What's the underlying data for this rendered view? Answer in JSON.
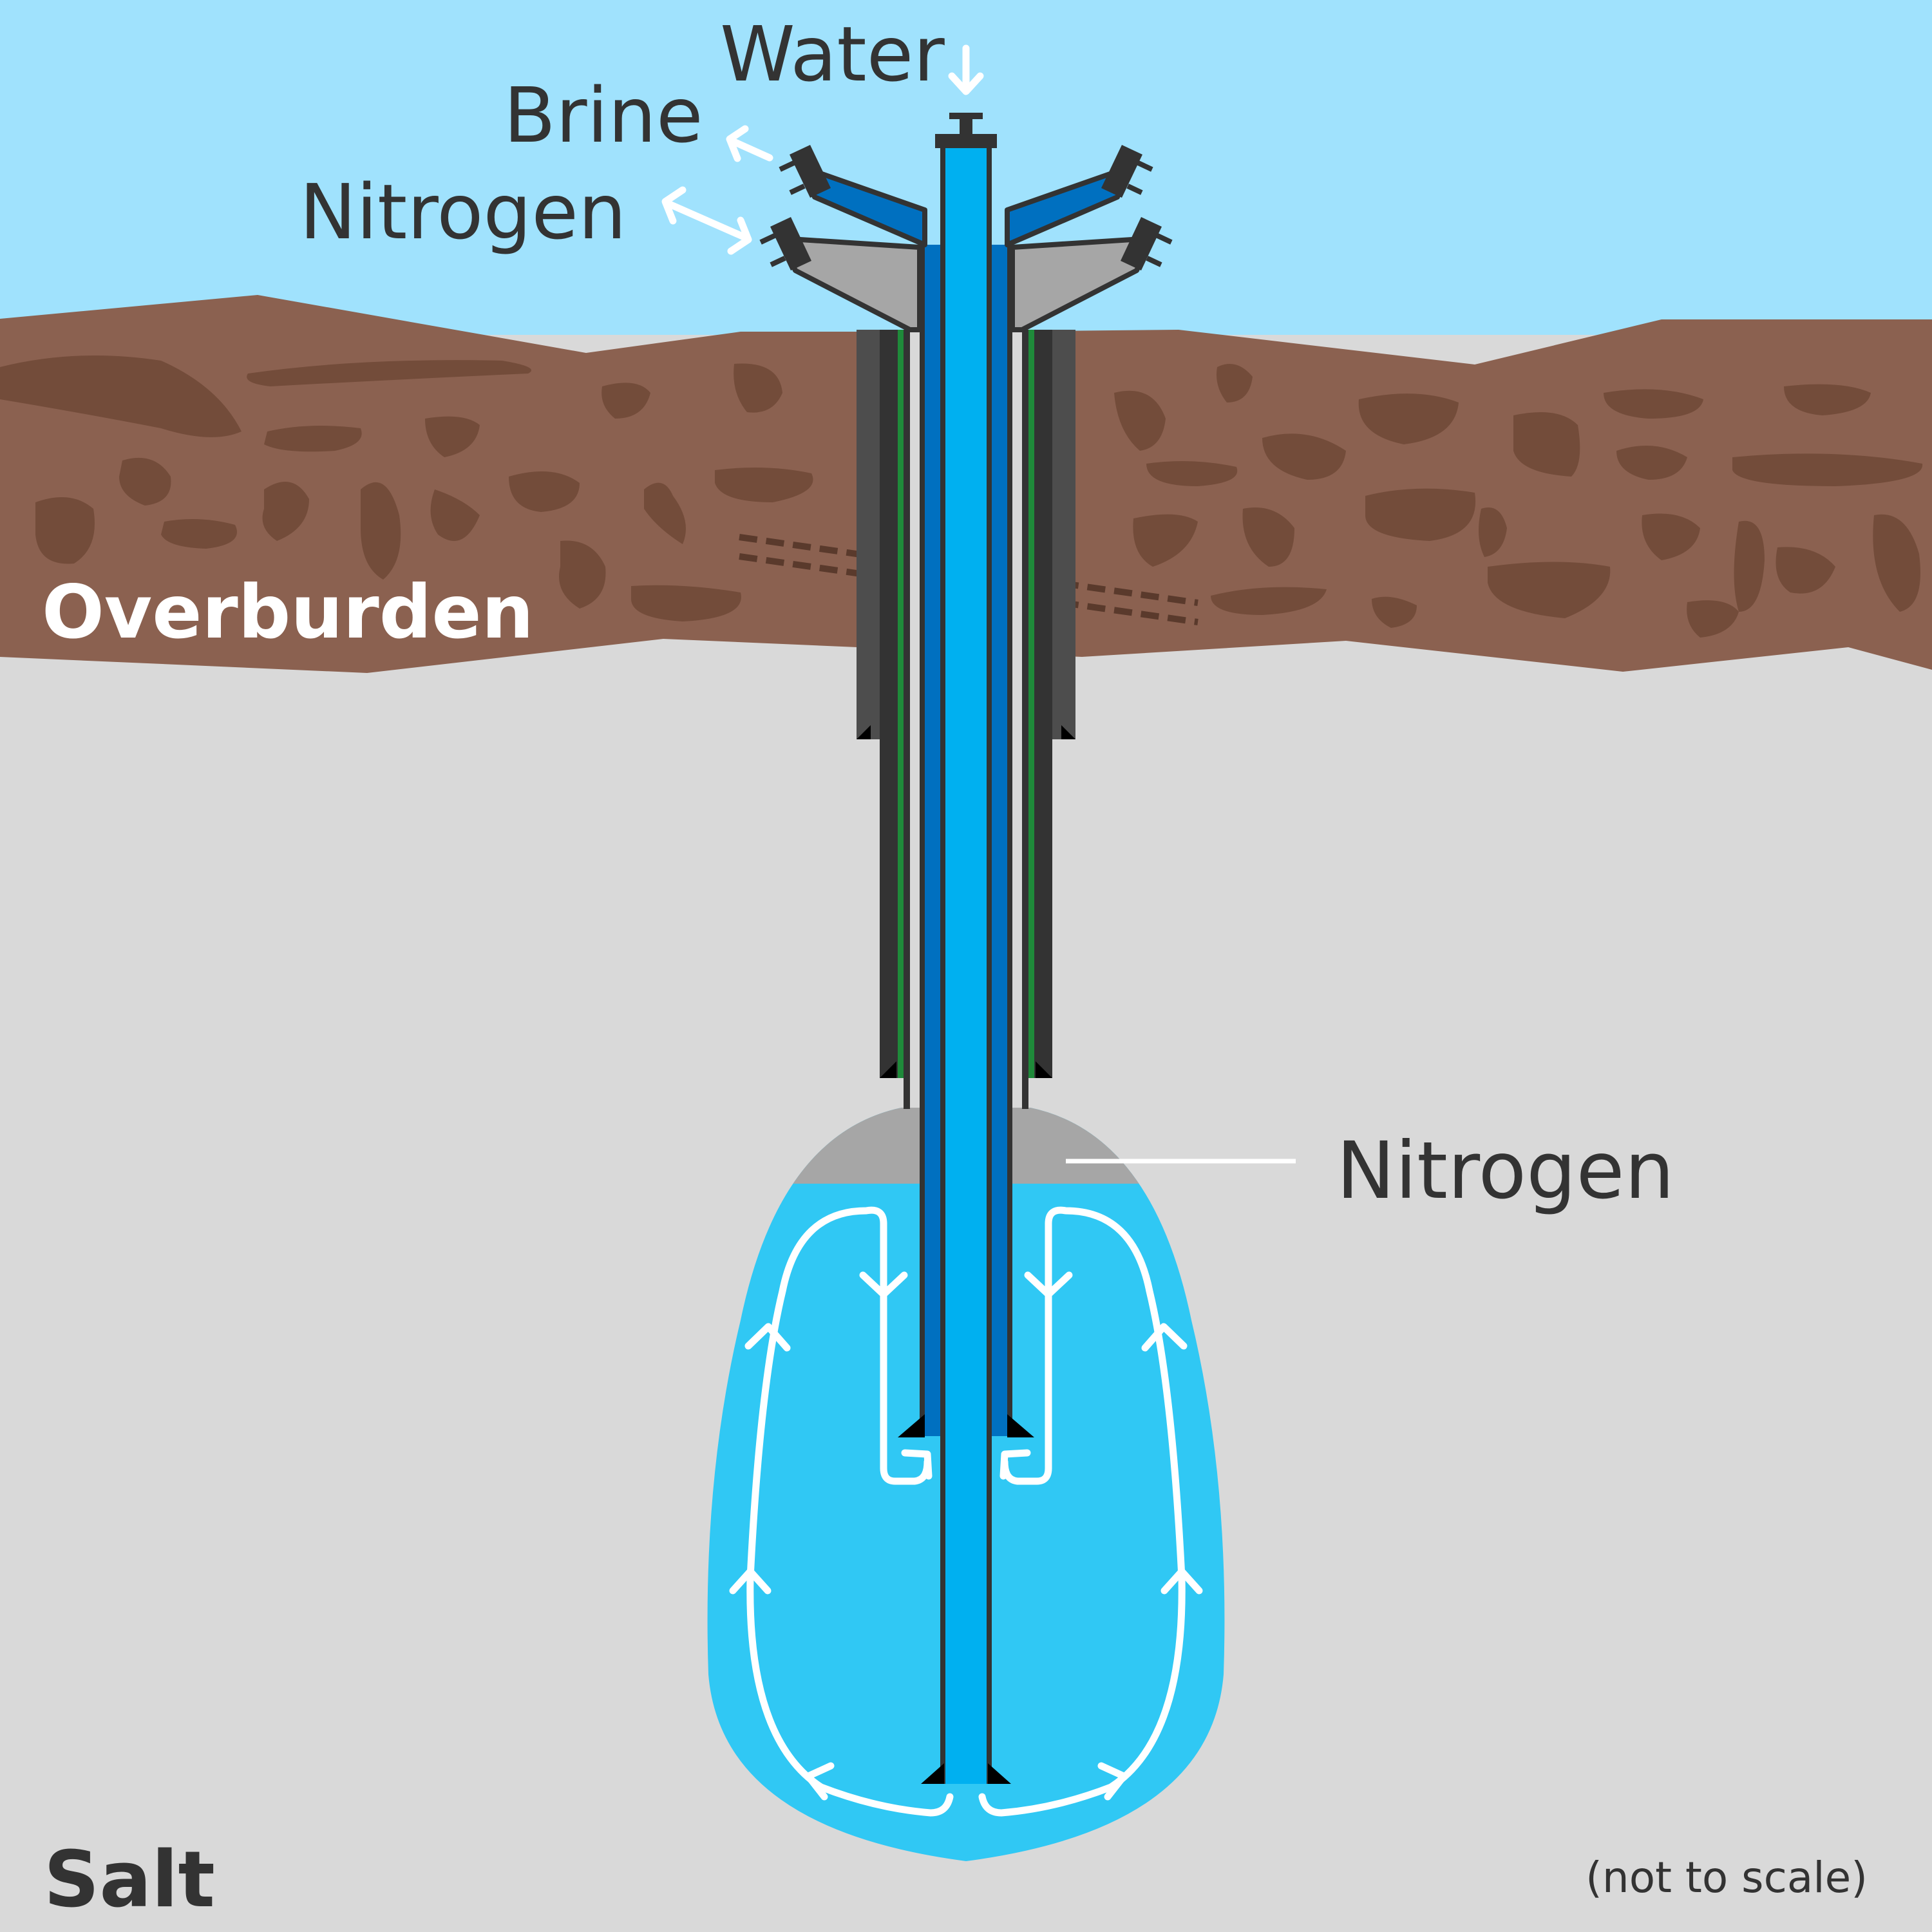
{
  "labels": {
    "water": "Water",
    "brine": "Brine",
    "nitrogen_top": "Nitrogen",
    "nitrogen_cavern": "Nitrogen",
    "overburden": "Overburden",
    "salt": "Salt",
    "scale_note": "(not to scale)"
  },
  "colors": {
    "sky": "#a0e2fd",
    "overburden": "#8b6150",
    "rock": "#734c3a",
    "salt": "#d9d9d9",
    "tubing": "#00b0f0",
    "brine_pipe": "#0070c0",
    "nitrogen_pipe": "#a6a6a6",
    "cavern_water": "#30c8f4",
    "nitrogen_cap": "#a6a6a6",
    "casing": "#333333",
    "cement": "#1f8a3a",
    "label_text": "#333333",
    "arrow": "#ffffff"
  },
  "icons": [
    "water-in-arrow-icon",
    "brine-out-arrow-icon",
    "nitrogen-bidirectional-arrow-icon",
    "circulation-arrow-icon",
    "valve-icon"
  ]
}
